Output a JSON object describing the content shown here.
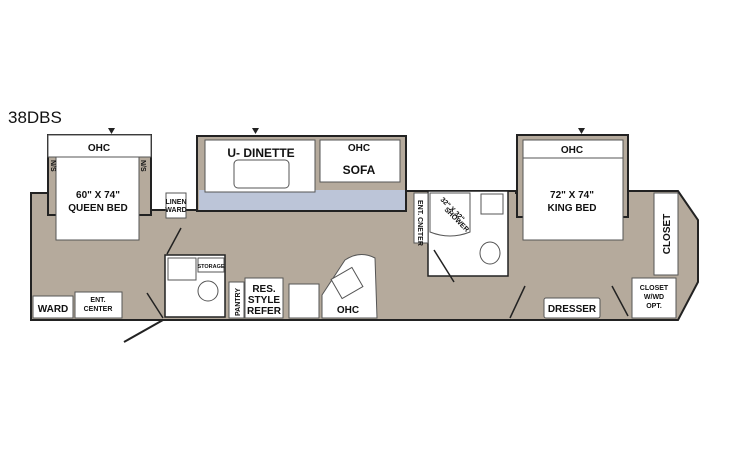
{
  "model": "38DBS",
  "rooms": {
    "front_bedroom": {
      "ohc": "OHC",
      "bed_size": "60\" X 74\"",
      "bed": "QUEEN BED",
      "ns_left": "N/S",
      "ns_right": "N/S"
    },
    "linen": {
      "line1": "LINEN",
      "line2": "WARD"
    },
    "dinette": {
      "label": "U- DINETTE",
      "ohc": "OHC",
      "sofa": "SOFA"
    },
    "bath": {
      "ent_center": "ENT. CNETER",
      "shower_size": "32\" X 32\"",
      "shower": "SHOWER"
    },
    "rear_bedroom": {
      "ohc": "OHC",
      "bed_size": "72\" X 74\"",
      "bed": "KING BED",
      "dresser": "DRESSER"
    },
    "closet": "CLOSET",
    "closet_wd": {
      "line1": "CLOSET",
      "line2": "W/WD",
      "line3": "OPT."
    },
    "front_wall": {
      "ward": "WARD",
      "ent_line1": "ENT.",
      "ent_line2": "CENTER"
    },
    "half_bath": {
      "storage": "STORAGE"
    },
    "kitchen": {
      "pantry": "PANTRY",
      "refer1": "RES.",
      "refer2": "STYLE",
      "refer3": "REFER",
      "ohc": "OHC"
    }
  }
}
